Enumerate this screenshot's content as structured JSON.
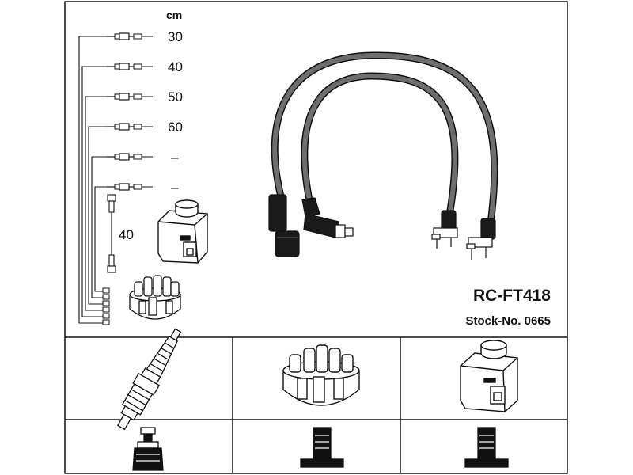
{
  "unit_label": "cm",
  "lengths": [
    "30",
    "40",
    "50",
    "60",
    "–",
    "–"
  ],
  "coil_lead_length": "40",
  "part_number": "RC-FT418",
  "stock_number": "Stock-No. 0665",
  "colors": {
    "line": "#111111",
    "cable": "#6e6e6e",
    "boot": "#1a1a1a",
    "fill": "#ffffff"
  }
}
